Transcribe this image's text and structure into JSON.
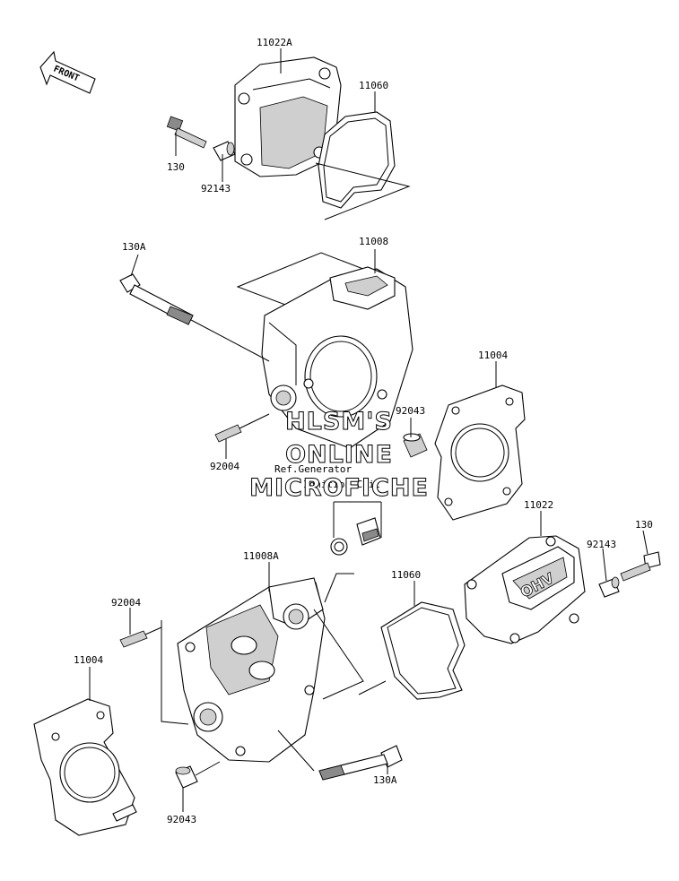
{
  "front_arrow_label": "FRONT",
  "labels": {
    "p11022A": "11022A",
    "p11060_top": "11060",
    "p130_top": "130",
    "p92143_top": "92143",
    "p130A_top": "130A",
    "p11008": "11008",
    "p11004_right": "11004",
    "p92043_top": "92043",
    "p92004_top": "92004",
    "ref_line1": "Ref.Generator",
    "ref_line2": "Ignition Coil",
    "p11022": "11022",
    "p130_right": "130",
    "p92143_right": "92143",
    "p11008A": "11008A",
    "p11060_bottom": "11060",
    "p92004_bottom": "92004",
    "p11004_left": "11004",
    "p130A_bottom": "130A",
    "p92043_bottom": "92043"
  },
  "watermark": {
    "line1": "HLSM'S",
    "line2": "ONLINE",
    "line3": "MICROFICHE"
  },
  "cover_emblem": "OHV"
}
